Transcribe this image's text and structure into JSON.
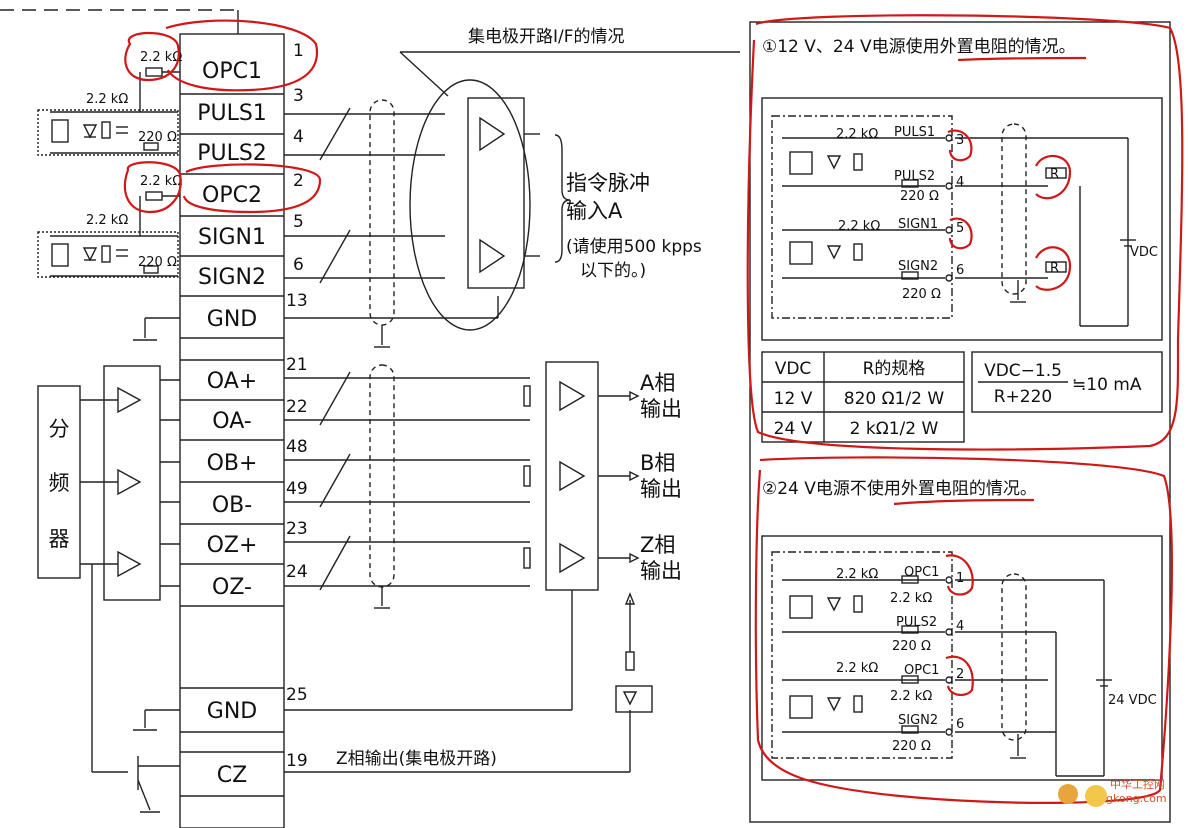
{
  "connector_pins": [
    {
      "label": "OPC1",
      "num": "1"
    },
    {
      "label": "PULS1",
      "num": "3"
    },
    {
      "label": "PULS2",
      "num": "4"
    },
    {
      "label": "OPC2",
      "num": "2"
    },
    {
      "label": "SIGN1",
      "num": "5"
    },
    {
      "label": "SIGN2",
      "num": "6"
    },
    {
      "label": "GND",
      "num": "13"
    },
    {
      "label": "",
      "num": ""
    },
    {
      "label": "OA+",
      "num": "21"
    },
    {
      "label": "OA-",
      "num": "22"
    },
    {
      "label": "OB+",
      "num": "48"
    },
    {
      "label": "OB-",
      "num": "49"
    },
    {
      "label": "OZ+",
      "num": "23"
    },
    {
      "label": "OZ-",
      "num": "24"
    },
    {
      "label": "GND",
      "num": "25"
    },
    {
      "label": "CZ",
      "num": "19"
    }
  ],
  "resistor_labels": {
    "r22k": "2.2 kΩ",
    "r220": "220 Ω"
  },
  "left_block": {
    "c1": "分",
    "c2": "频",
    "c3": "器"
  },
  "callout": {
    "open_collector": "集电极开路I/F的情况"
  },
  "command_pulse": {
    "line1": "指令脉冲",
    "line2": "输入A",
    "note1": "(请使用500 kpps",
    "note2": "以下的。)"
  },
  "phase_outputs": {
    "a1": "A相",
    "a2": "输出",
    "b1": "B相",
    "b2": "输出",
    "z1": "Z相",
    "z2": "输出"
  },
  "z_oc_label": "Z相输出(集电极开路)",
  "case1": {
    "title": "①12 V、24 V电源使用外置电阻的情况。",
    "puls1": "PULS1",
    "puls2": "PULS2",
    "sign1": "SIGN1",
    "sign2": "SIGN2",
    "p3": "3",
    "p4": "4",
    "p5": "5",
    "p6": "6",
    "r": "R",
    "vdc": "VDC",
    "table": {
      "h1": "VDC",
      "h2": "R的规格",
      "rows": [
        [
          "12 V",
          "820 Ω1/2 W"
        ],
        [
          "24 V",
          "2 kΩ1/2 W"
        ]
      ]
    },
    "formula_num": "VDC−1.5",
    "formula_den": "R+220",
    "formula_res": "≒10 mA"
  },
  "case2": {
    "title": "②24 V电源不使用外置电阻的情况。",
    "opc1": "OPC1",
    "puls2": "PULS2",
    "opc1b": "OPC1",
    "sign2": "SIGN2",
    "p1": "1",
    "p4": "4",
    "p2": "2",
    "p6": "6",
    "vdc": "24 VDC"
  },
  "watermark": {
    "line1": "中华工控网",
    "line2": "gkong.com"
  }
}
